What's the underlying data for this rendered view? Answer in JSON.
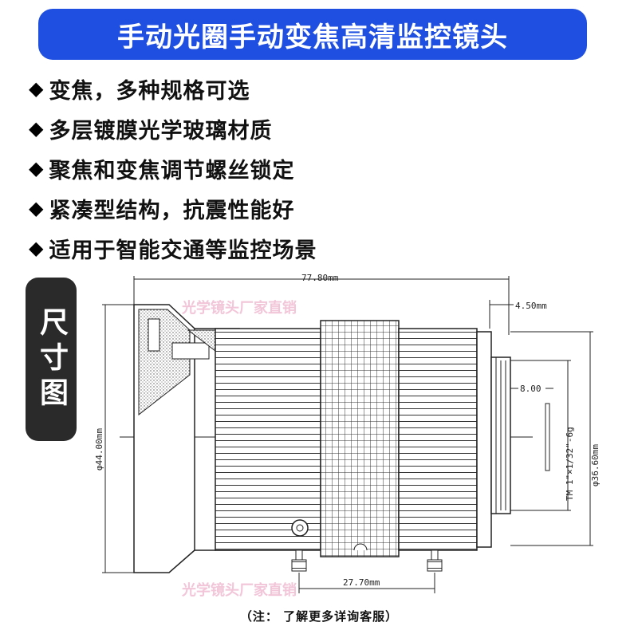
{
  "title": "手动光圈手动变焦高清监控镜头",
  "features": [
    "变焦，多种规格可选",
    "多层镀膜光学玻璃材质",
    "聚焦和变焦调节螺丝锁定",
    "紧凑型结构，抗震性能好",
    "适用于智能交通等监控场景"
  ],
  "bullet_symbol": "◆",
  "side_label": "尺寸图",
  "dimensions": {
    "overall_length": "77.80mm",
    "back_offset": "4.50mm",
    "flange": "8.00",
    "outer_diameter": "φ44.00mm",
    "rear_diameter": "φ36.60mm",
    "thread": "TM 1\"×1/32\"-6g",
    "screw_spacing": "27.70mm"
  },
  "watermark": "光学镜头厂家直销",
  "note": "（注：  了解更多详询客服）",
  "colors": {
    "banner": "#1f4fe0",
    "side_label": "#2a2a2a",
    "watermark": "#f2c6d8"
  }
}
